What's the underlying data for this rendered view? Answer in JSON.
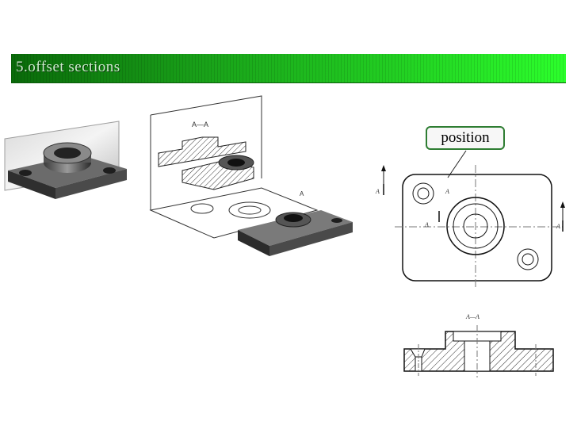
{
  "slide": {
    "title": "5.offset  sections"
  },
  "callout": {
    "text": "position"
  },
  "labels": {
    "section_name": "A—A",
    "cut_letter": "A"
  },
  "colors": {
    "header_dark": "#0a6a0a",
    "header_light": "#2cff2c",
    "callout_border": "#2e7d32"
  }
}
